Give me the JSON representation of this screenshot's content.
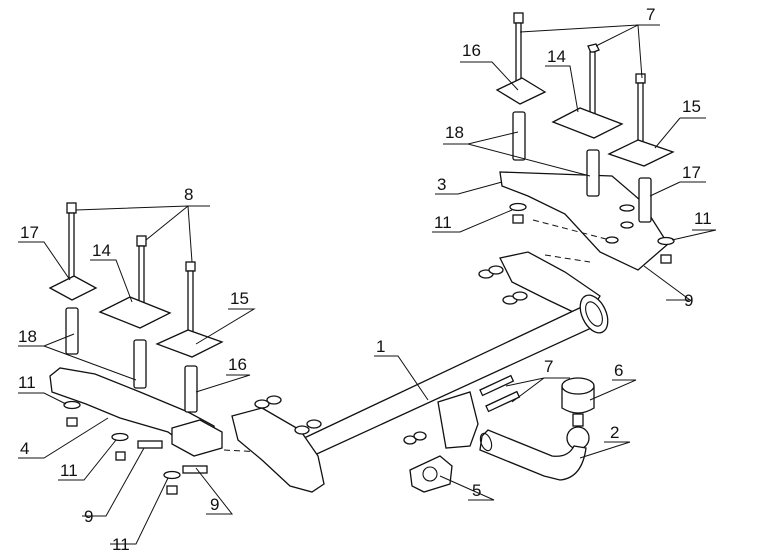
{
  "callouts": [
    {
      "key": "c1",
      "text": "1"
    },
    {
      "key": "c2",
      "text": "2"
    },
    {
      "key": "c3",
      "text": "3"
    },
    {
      "key": "c4",
      "text": "4"
    },
    {
      "key": "c5",
      "text": "5"
    },
    {
      "key": "c6",
      "text": "6"
    },
    {
      "key": "c7a",
      "text": "7"
    },
    {
      "key": "c7b",
      "text": "7"
    },
    {
      "key": "c8",
      "text": "8"
    },
    {
      "key": "c9a",
      "text": "9"
    },
    {
      "key": "c9b",
      "text": "9"
    },
    {
      "key": "c9c",
      "text": "9"
    },
    {
      "key": "c11a",
      "text": "11"
    },
    {
      "key": "c11b",
      "text": "11"
    },
    {
      "key": "c11c",
      "text": "11"
    },
    {
      "key": "c11d",
      "text": "11"
    },
    {
      "key": "c11e",
      "text": "11"
    },
    {
      "key": "c14a",
      "text": "14"
    },
    {
      "key": "c14b",
      "text": "14"
    },
    {
      "key": "c15a",
      "text": "15"
    },
    {
      "key": "c15b",
      "text": "15"
    },
    {
      "key": "c16a",
      "text": "16"
    },
    {
      "key": "c16b",
      "text": "16"
    },
    {
      "key": "c17a",
      "text": "17"
    },
    {
      "key": "c17b",
      "text": "17"
    },
    {
      "key": "c18a",
      "text": "18"
    },
    {
      "key": "c18b",
      "text": "18"
    }
  ]
}
